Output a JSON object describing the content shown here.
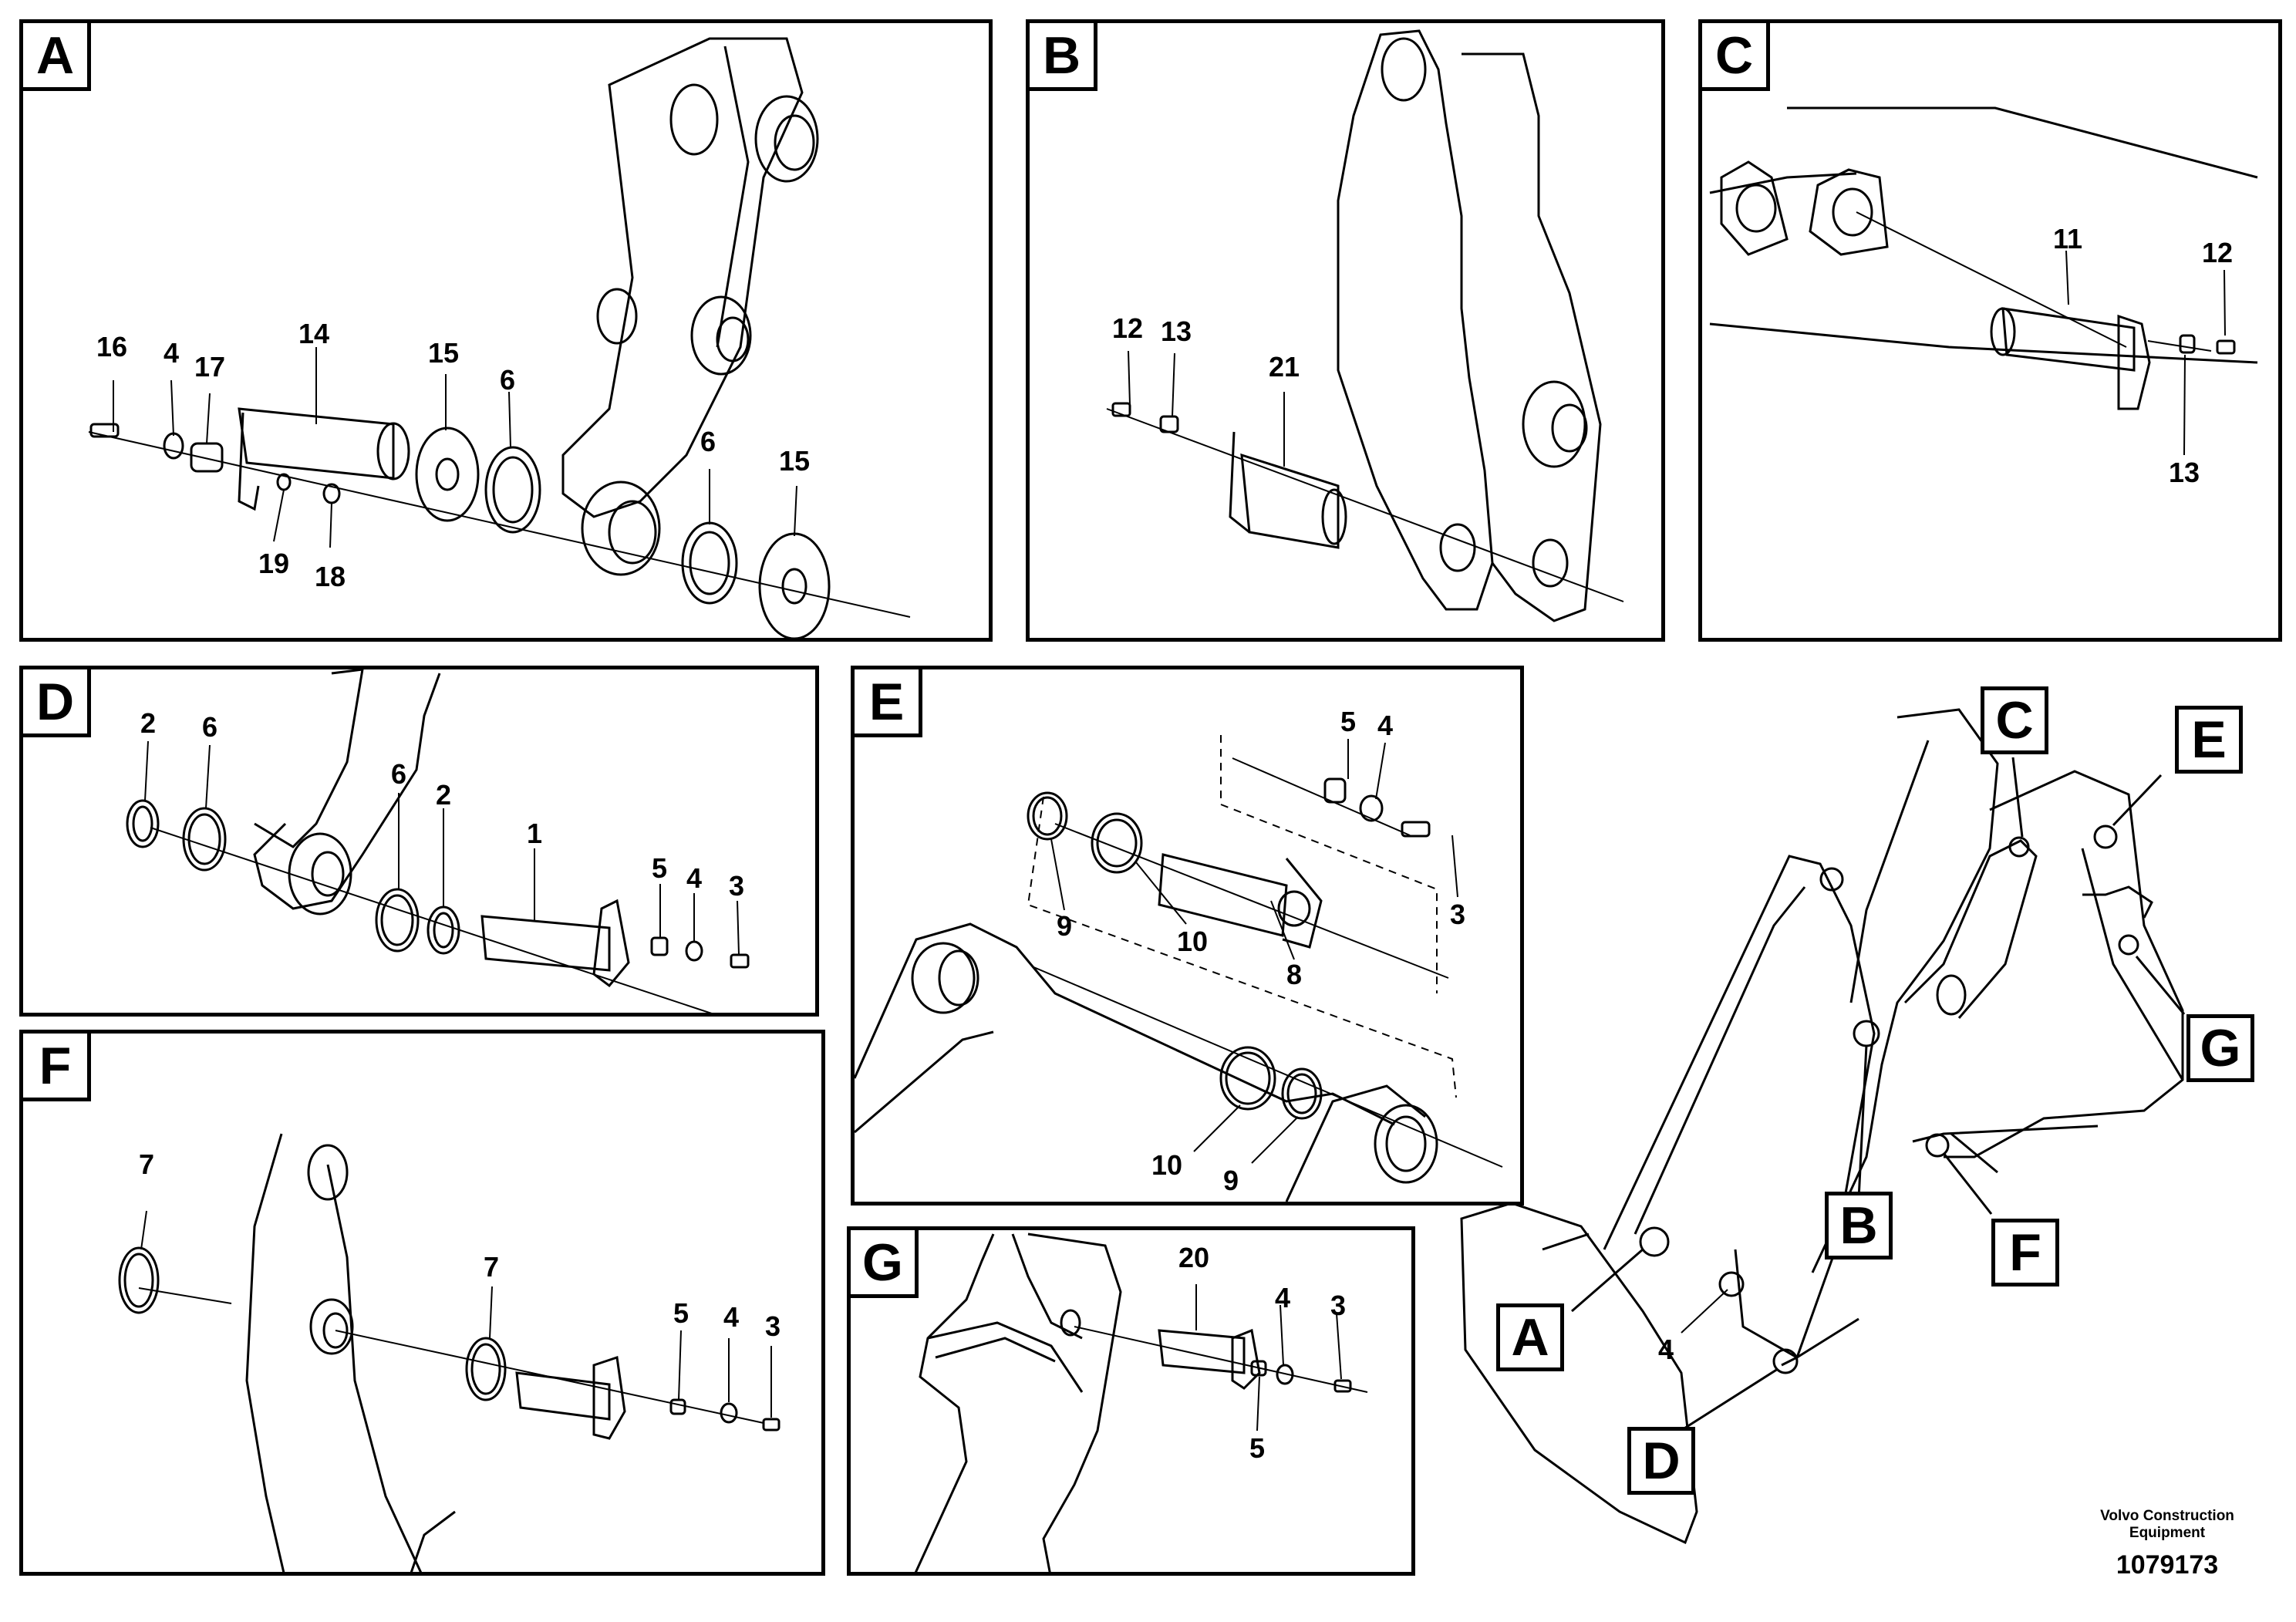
{
  "panels": {
    "A": {
      "tag": "A",
      "labels": {
        "n16": "16",
        "n4": "4",
        "n17": "17",
        "n14": "14",
        "n15a": "15",
        "n6a": "6",
        "n6b": "6",
        "n15b": "15",
        "n19": "19",
        "n18": "18"
      }
    },
    "B": {
      "tag": "B",
      "labels": {
        "n12": "12",
        "n13": "13",
        "n21": "21"
      }
    },
    "C": {
      "tag": "C",
      "labels": {
        "n11": "11",
        "n12": "12",
        "n13": "13"
      }
    },
    "D": {
      "tag": "D",
      "labels": {
        "n2a": "2",
        "n6a": "6",
        "n6b": "6",
        "n2b": "2",
        "n1": "1",
        "n5": "5",
        "n4": "4",
        "n3": "3"
      }
    },
    "E": {
      "tag": "E",
      "labels": {
        "n5": "5",
        "n4": "4",
        "n3": "3",
        "n9a": "9",
        "n10a": "10",
        "n8": "8",
        "n10b": "10",
        "n9b": "9"
      }
    },
    "F": {
      "tag": "F",
      "labels": {
        "n7a": "7",
        "n7b": "7",
        "n5": "5",
        "n4": "4",
        "n3": "3"
      }
    },
    "G": {
      "tag": "G",
      "labels": {
        "n20": "20",
        "n4": "4",
        "n3": "3",
        "n5": "5"
      }
    }
  },
  "overview": {
    "callouts": {
      "A": "A",
      "B": "B",
      "C": "C",
      "D": "D",
      "E": "E",
      "F": "F",
      "G": "G"
    },
    "label_4": "4"
  },
  "footer": {
    "brand_line1": "Volvo Construction",
    "brand_line2": "Equipment",
    "code": "1079173"
  }
}
